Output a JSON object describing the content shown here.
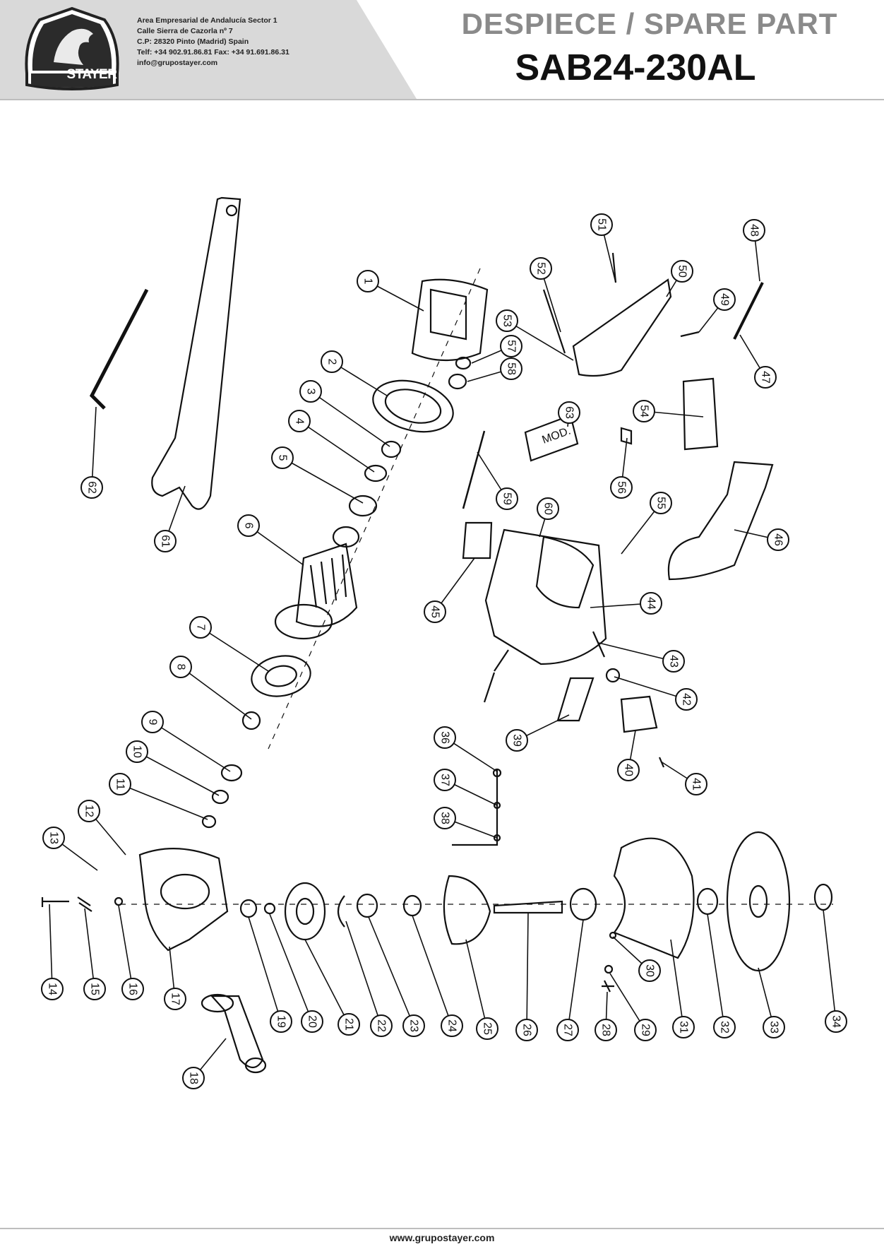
{
  "header": {
    "brand": "STAYER",
    "address_lines": [
      "Area Empresarial de Andalucía Sector 1",
      "Calle Sierra de Cazorla nº 7",
      "C.P: 28320 Pinto (Madrid) Spain",
      "Telf: +34 902.91.86.81 Fax: +34 91.691.86.31",
      "info@grupostayer.com"
    ],
    "title": "DESPIECE / SPARE PART",
    "model": "SAB24-230AL"
  },
  "diagram": {
    "mod_label": "MOD.",
    "part_numbers": [
      "1",
      "2",
      "3",
      "4",
      "5",
      "6",
      "7",
      "8",
      "9",
      "10",
      "11",
      "12",
      "13",
      "14",
      "15",
      "16",
      "17",
      "18",
      "19",
      "20",
      "21",
      "22",
      "23",
      "24",
      "25",
      "26",
      "27",
      "28",
      "29",
      "30",
      "31",
      "32",
      "33",
      "34",
      "36",
      "37",
      "38",
      "39",
      "40",
      "41",
      "42",
      "43",
      "44",
      "45",
      "46",
      "47",
      "48",
      "49",
      "50",
      "51",
      "52",
      "53",
      "54",
      "55",
      "56",
      "57",
      "58",
      "59",
      "60",
      "61",
      "62",
      "63"
    ]
  },
  "footer": {
    "website": "www.grupostayer.com"
  }
}
